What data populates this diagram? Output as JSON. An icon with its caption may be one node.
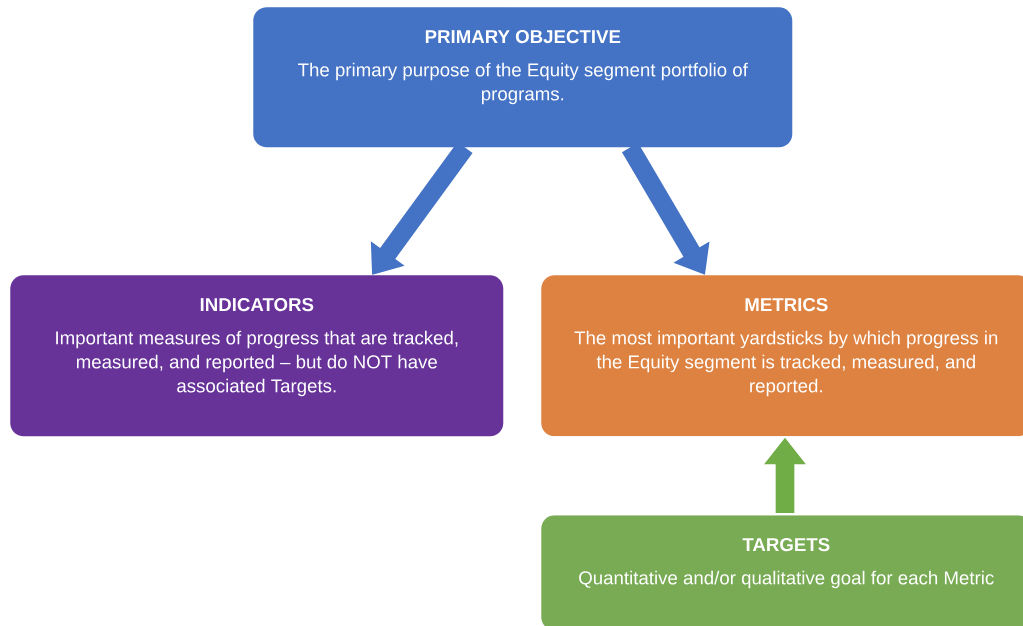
{
  "diagram": {
    "nodes": [
      {
        "text": [
          "PRIMARY OBJECTIVE",
          "The primary purpose of the Equity segment portfolio of programs."
        ]
      },
      {
        "text": [
          "INDICATORS",
          "Important measures of progress that are tracked, measured, and reported – but do NOT have associated Targets."
        ]
      },
      {
        "text": [
          "METRICS",
          "The most important yardsticks by which progress in the Equity segment is tracked, measured, and reported."
        ]
      },
      {
        "text": [
          "TARGETS",
          "Quantitative and/or qualitative goal for each Metric"
        ]
      }
    ],
    "edges": [
      {
        "from": 0,
        "to": 1,
        "arrow": "to"
      },
      {
        "from": 0,
        "to": 2,
        "arrow": "to"
      },
      {
        "from": 3,
        "to": 2,
        "arrow": "to",
        "color": "#70ad47"
      }
    ]
  }
}
